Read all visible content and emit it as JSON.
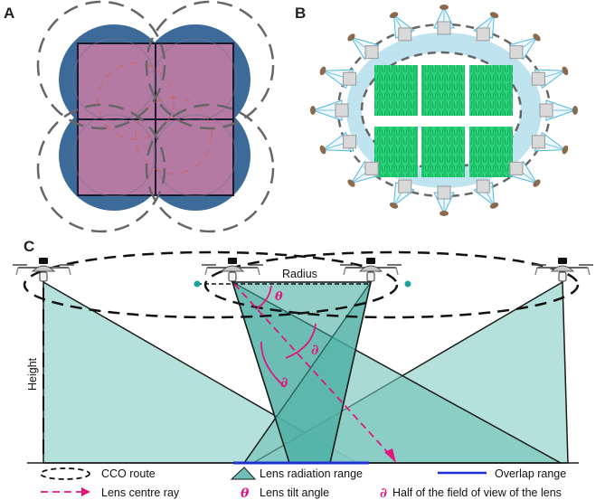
{
  "panels": {
    "a": "A",
    "b": "B",
    "c": "C"
  },
  "labels": {
    "radius": "Radius",
    "height": "Height",
    "theta": "θ",
    "partial": "∂"
  },
  "legend": {
    "cco_route": "CCO route",
    "lens_centre_ray": "Lens centre ray",
    "lens_radiation_range": "Lens radiation range",
    "lens_tilt_angle": "Lens tilt angle",
    "overlap_range": "Overlap range",
    "half_fov": "Half of the field of view of the lens",
    "theta_symbol": "θ",
    "partial_symbol": "∂"
  },
  "colors": {
    "blue_circle": "#3d6b99",
    "pink_square": "#b57aa3",
    "ring": "#bfe4ef",
    "crop": "#2bd37a",
    "teal_light": "#a8dcd6",
    "teal_mid": "#6fc1b7",
    "teal_dark": "#3aa89b",
    "magenta": "#e0177d",
    "overlap_blue": "#1f2fd6",
    "centre_dot": "#1aa39b"
  }
}
